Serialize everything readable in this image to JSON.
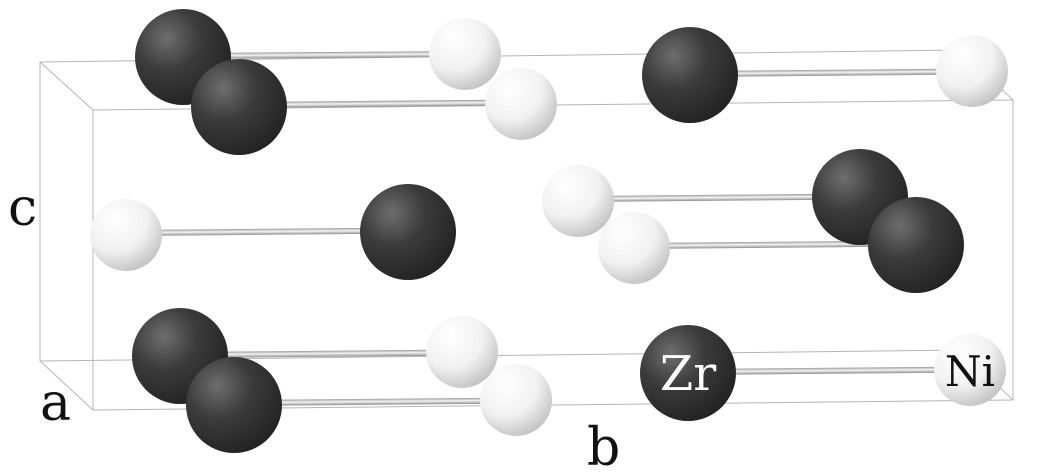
{
  "axes": {
    "c": "c",
    "a": "a",
    "b": "b"
  },
  "atom_labels": {
    "zr": "Zr",
    "ni": "Ni"
  },
  "colors": {
    "zr": "#3a3a3a",
    "ni": "#f2f2f2",
    "bond": "#cccccc",
    "cell_edge": "#b5b5b5",
    "text_dark": "#111111",
    "text_light": "#ffffff"
  }
}
